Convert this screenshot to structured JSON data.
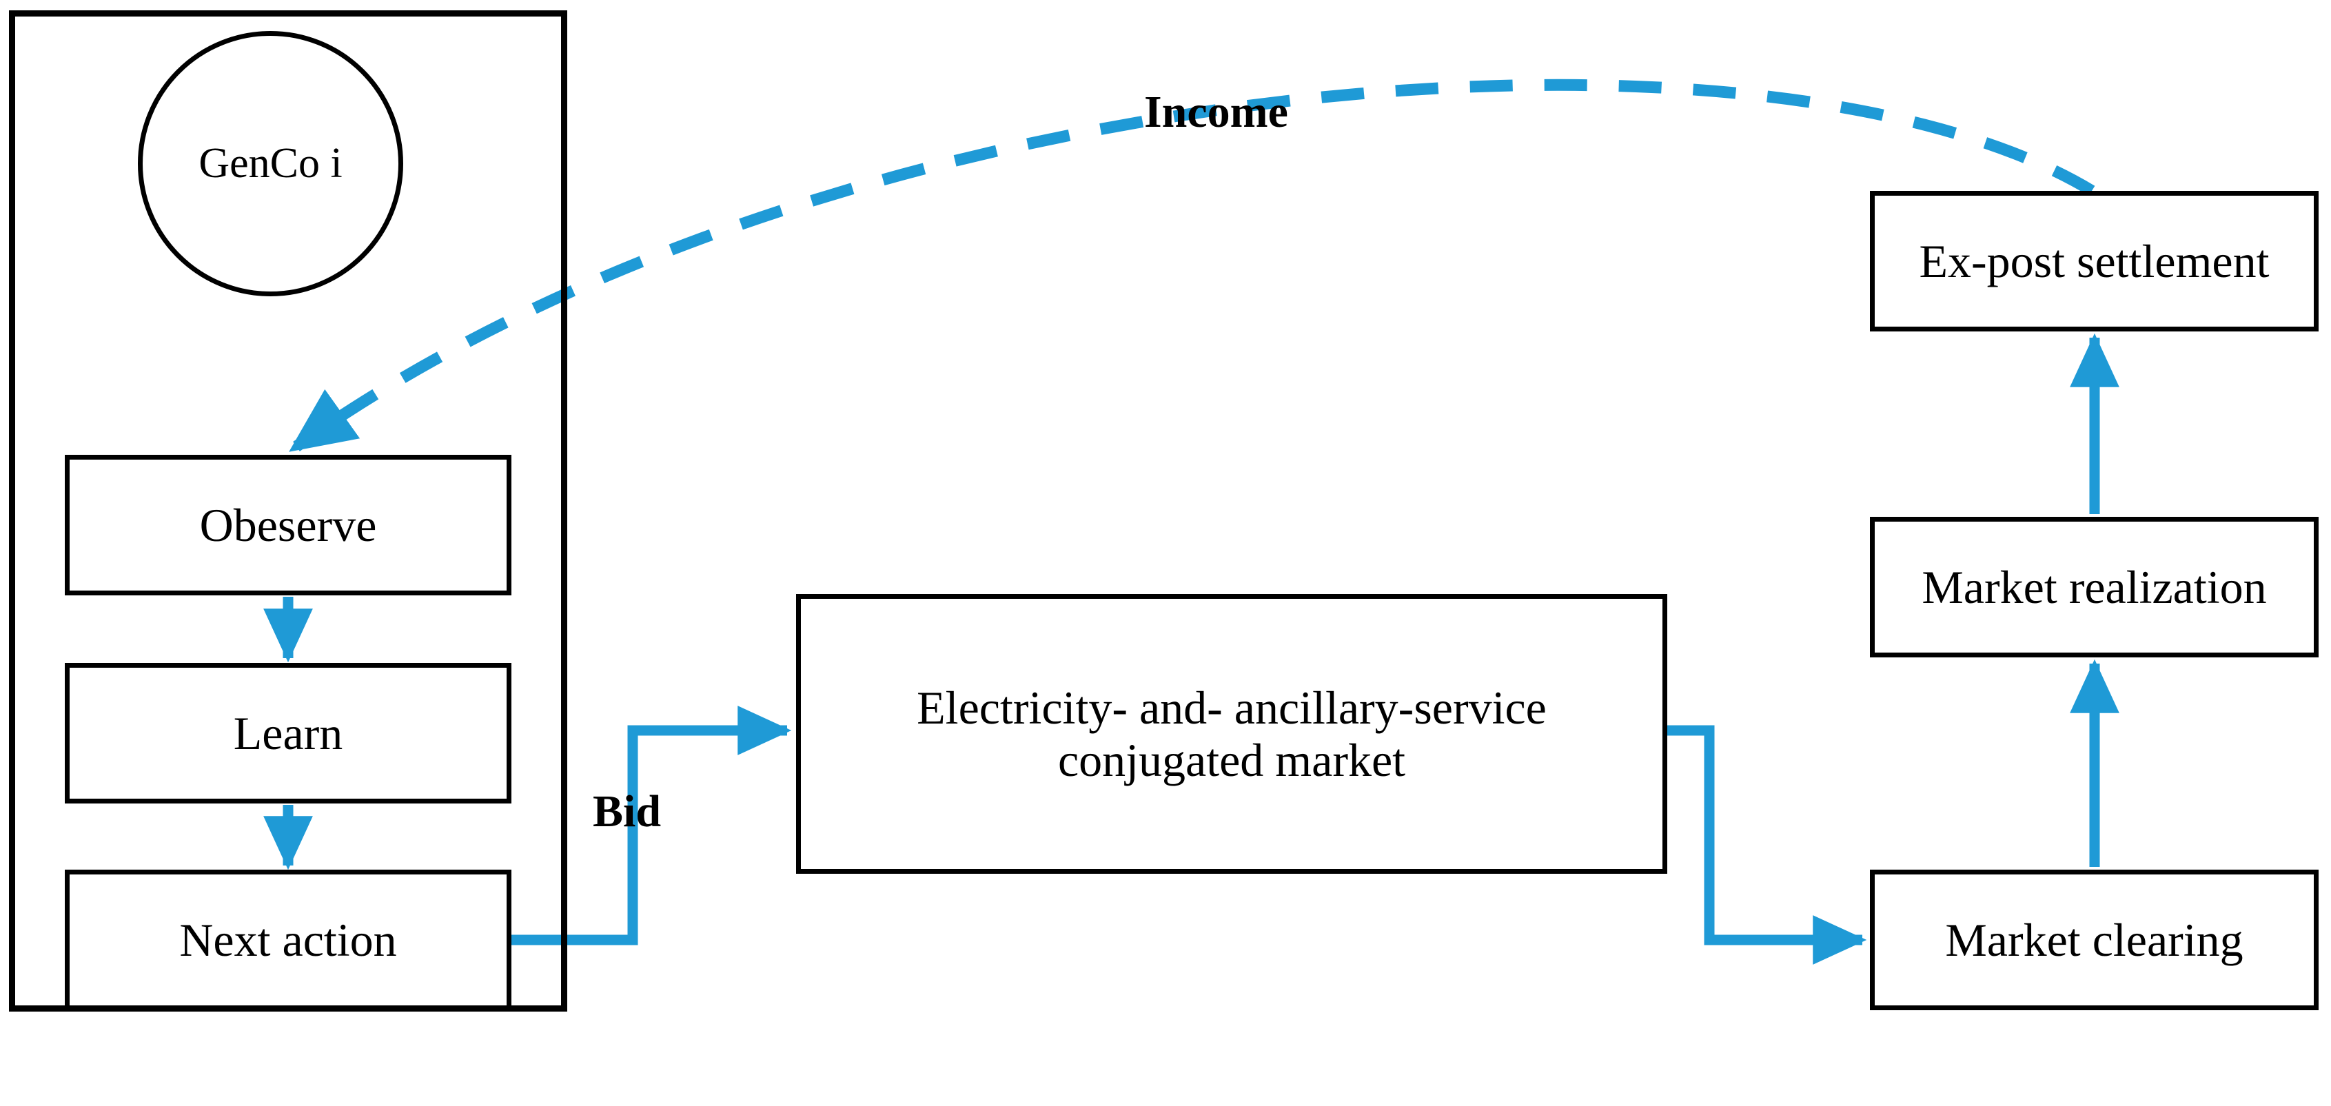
{
  "diagram": {
    "type": "flow-diagram",
    "background_color": "#ffffff",
    "accent_color": "#1f9ad6",
    "stroke_color": "#000000",
    "agent_frame": {
      "name": "genco-agent-container",
      "label": ""
    },
    "nodes": [
      {
        "id": "genco",
        "label": "GenCo i",
        "shape": "circle"
      },
      {
        "id": "observe",
        "label": "Obeserve",
        "shape": "rect"
      },
      {
        "id": "learn",
        "label": "Learn",
        "shape": "rect"
      },
      {
        "id": "nextaction",
        "label": "Next action",
        "shape": "rect"
      },
      {
        "id": "market",
        "label": "Electricity- and- ancillary-service conjugated market",
        "shape": "rect"
      },
      {
        "id": "expost",
        "label": "Ex-post settlement",
        "shape": "rect"
      },
      {
        "id": "realization",
        "label": "Market realization",
        "shape": "rect"
      },
      {
        "id": "clearing",
        "label": "Market clearing",
        "shape": "rect"
      }
    ],
    "edges": [
      {
        "id": "observe-to-learn",
        "from": "observe",
        "to": "learn",
        "label": "",
        "style": "solid",
        "color": "#1f9ad6"
      },
      {
        "id": "learn-to-nextaction",
        "from": "learn",
        "to": "nextaction",
        "label": "",
        "style": "solid",
        "color": "#1f9ad6"
      },
      {
        "id": "nextaction-to-market",
        "from": "nextaction",
        "to": "market",
        "label": "Bid",
        "style": "solid",
        "color": "#1f9ad6"
      },
      {
        "id": "market-to-clearing",
        "from": "market",
        "to": "clearing",
        "label": "",
        "style": "solid",
        "color": "#1f9ad6"
      },
      {
        "id": "clearing-to-realization",
        "from": "clearing",
        "to": "realization",
        "label": "",
        "style": "solid",
        "color": "#1f9ad6"
      },
      {
        "id": "realization-to-expost",
        "from": "realization",
        "to": "expost",
        "label": "",
        "style": "solid",
        "color": "#1f9ad6"
      },
      {
        "id": "expost-to-observe",
        "from": "expost",
        "to": "observe",
        "label": "Income",
        "style": "dashed",
        "color": "#1f9ad6"
      }
    ],
    "labels": {
      "income": "Income",
      "bid": "Bid"
    }
  }
}
